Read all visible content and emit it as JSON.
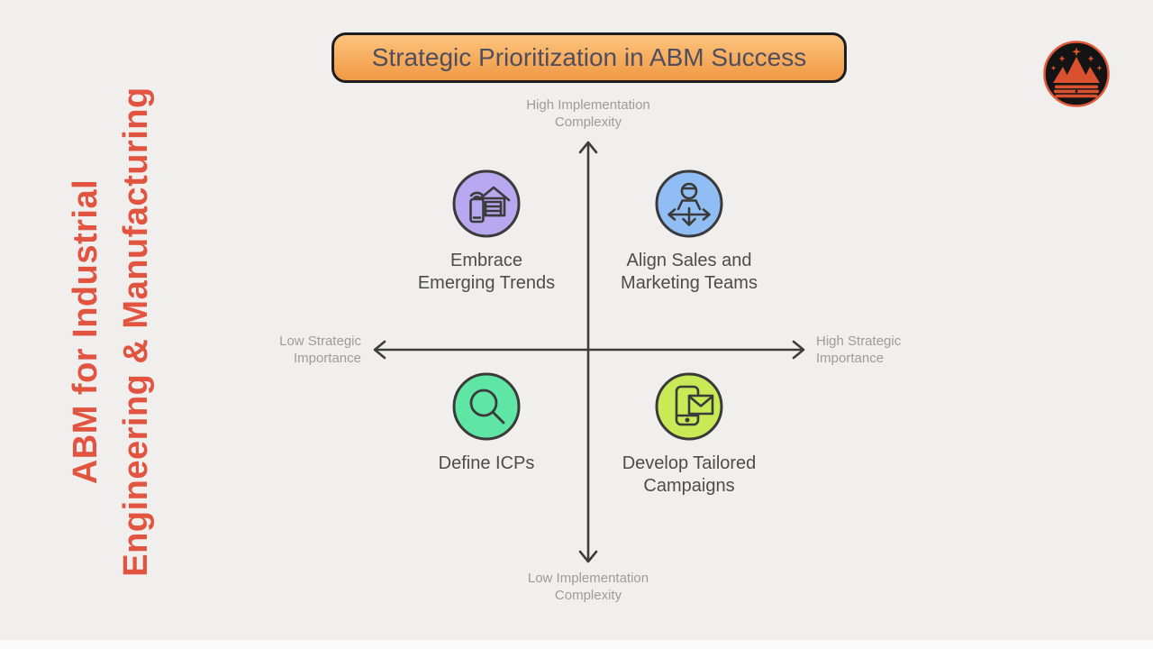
{
  "page": {
    "background": "#f0efee"
  },
  "sidebar_title": {
    "line1": "ABM for Industrial",
    "line2": "Engineering & Manufacturing",
    "color": "#e25440"
  },
  "header": {
    "title": "Strategic Prioritization in ABM Success"
  },
  "logo": {
    "name": "mountain-crown-logo"
  },
  "diagram": {
    "type": "quadrant",
    "axis_color": "#3d3d3d",
    "label_color": "#9c9c9c",
    "axes": {
      "top": {
        "line1": "High Implementation",
        "line2": "Complexity"
      },
      "bottom": {
        "line1": "Low Implementation",
        "line2": "Complexity"
      },
      "left": {
        "line1": "Low Strategic",
        "line2": "Importance"
      },
      "right": {
        "line1": "High Strategic",
        "line2": "Importance"
      }
    },
    "quadrants": [
      {
        "id": "top-left",
        "icon": "smart-home-phone-icon",
        "color": "#b7a8ef",
        "lines": [
          "Embrace",
          "Emerging Trends"
        ]
      },
      {
        "id": "top-right",
        "icon": "person-alignment-arrows-icon",
        "color": "#90bdf3",
        "lines": [
          "Align Sales and",
          "Marketing Teams"
        ]
      },
      {
        "id": "bottom-left",
        "icon": "magnifier-icon",
        "color": "#60e6a4",
        "lines": [
          "Define ICPs"
        ]
      },
      {
        "id": "bottom-right",
        "icon": "phone-email-icon",
        "color": "#c9e956",
        "lines": [
          "Develop Tailored",
          "Campaigns"
        ]
      }
    ]
  }
}
